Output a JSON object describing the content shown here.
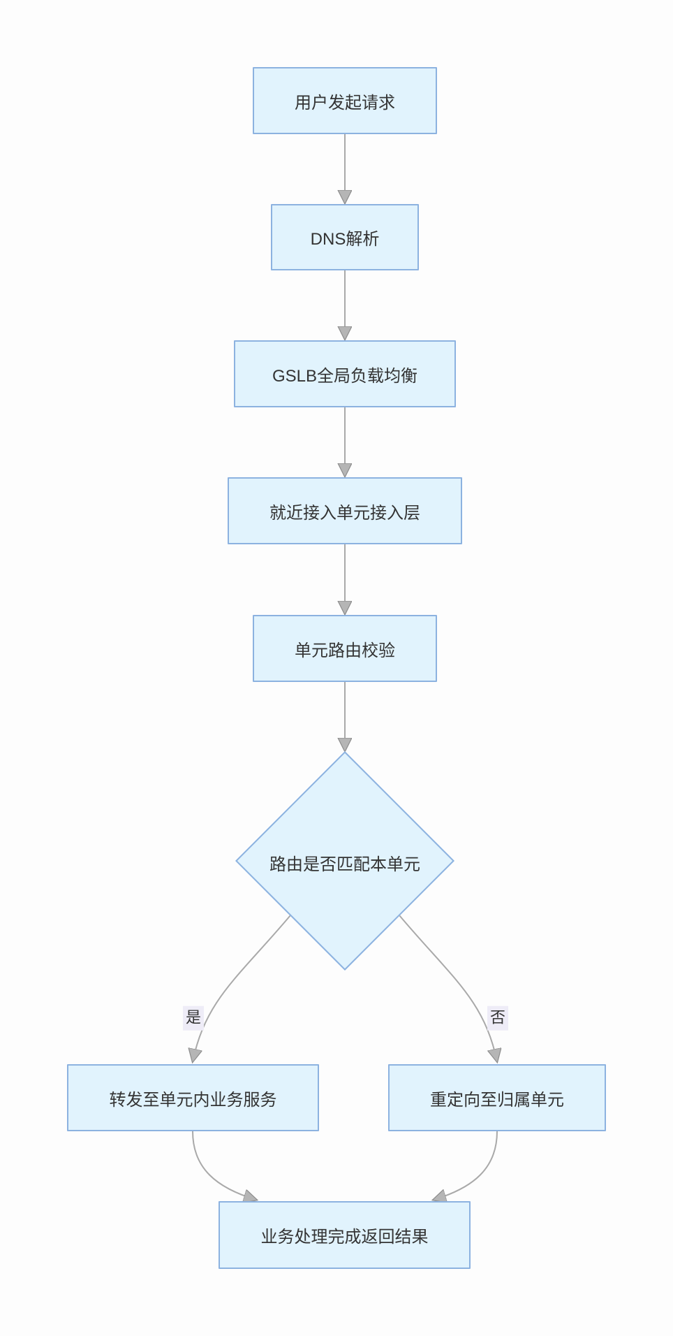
{
  "diagram": {
    "title": "",
    "theme": {
      "background": "#fdfdfd",
      "node_fill": "#e1f3fd",
      "node_border": "#8cb2e0",
      "text_color": "#333333",
      "edge_color": "#a9a9a9",
      "arrowhead_fill": "#b5b5b5",
      "arrowhead_stroke": "#8c8c8c",
      "edge_label_bg": "#eeecf7"
    },
    "nodes": [
      {
        "id": "user-request",
        "type": "rect",
        "label": "用户发起请求"
      },
      {
        "id": "dns-resolve",
        "type": "rect",
        "label": "DNS解析"
      },
      {
        "id": "gslb",
        "type": "rect",
        "label": "GSLB全局负载均衡"
      },
      {
        "id": "nearby-access",
        "type": "rect",
        "label": "就近接入单元接入层"
      },
      {
        "id": "route-check",
        "type": "rect",
        "label": "单元路由校验"
      },
      {
        "id": "route-match",
        "type": "diamond",
        "label": "路由是否匹配本单元"
      },
      {
        "id": "forward-local",
        "type": "rect",
        "label": "转发至单元内业务服务"
      },
      {
        "id": "redirect-home",
        "type": "rect",
        "label": "重定向至归属单元"
      },
      {
        "id": "return-result",
        "type": "rect",
        "label": "业务处理完成返回结果"
      }
    ],
    "edges": [
      {
        "from": "user-request",
        "to": "dns-resolve",
        "label": ""
      },
      {
        "from": "dns-resolve",
        "to": "gslb",
        "label": ""
      },
      {
        "from": "gslb",
        "to": "nearby-access",
        "label": ""
      },
      {
        "from": "nearby-access",
        "to": "route-check",
        "label": ""
      },
      {
        "from": "route-check",
        "to": "route-match",
        "label": ""
      },
      {
        "from": "route-match",
        "to": "forward-local",
        "label": "是"
      },
      {
        "from": "route-match",
        "to": "redirect-home",
        "label": "否"
      },
      {
        "from": "forward-local",
        "to": "return-result",
        "label": ""
      },
      {
        "from": "redirect-home",
        "to": "return-result",
        "label": ""
      }
    ]
  }
}
